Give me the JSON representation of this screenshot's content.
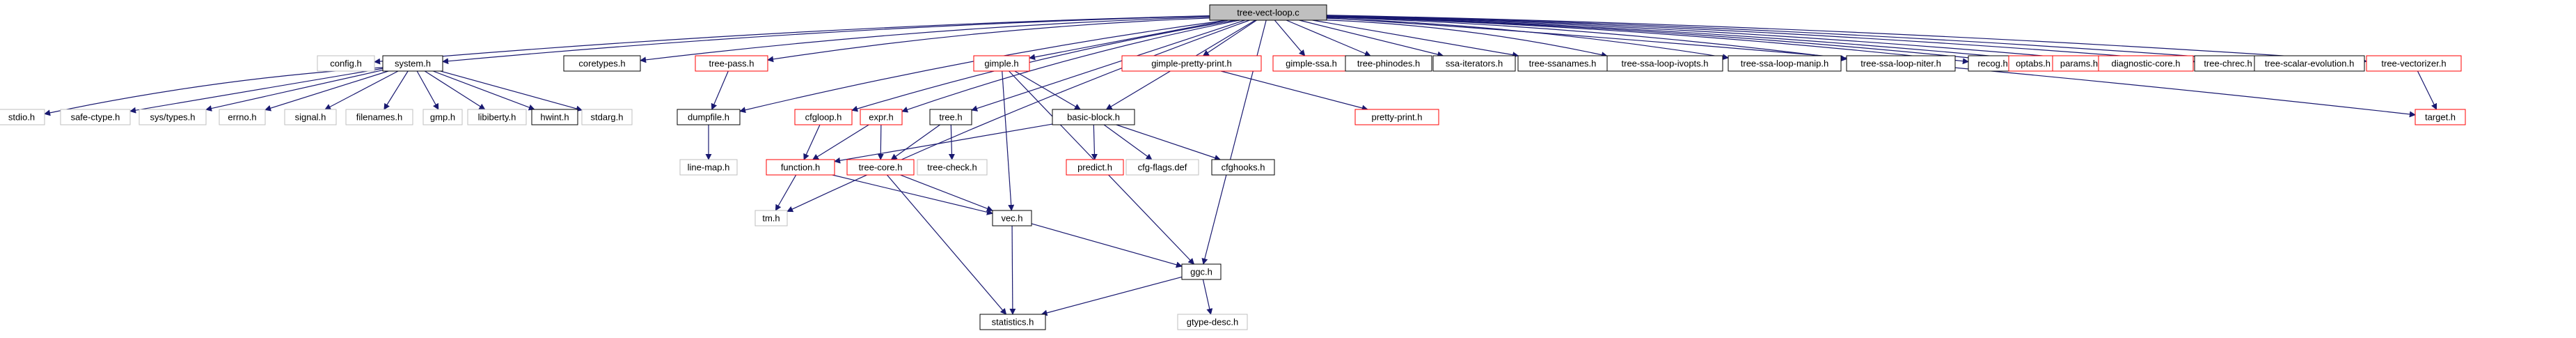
{
  "colors": {
    "edge": "#191970",
    "root_fill": "#bfbfbf",
    "box_documented": "#000000",
    "box_incomplete": "#ff0000",
    "box_external": "#bfbfbf",
    "text": "#000000"
  },
  "nodes": [
    {
      "id": "root",
      "label": "tree-vect-loop.c",
      "kind": "root"
    },
    {
      "id": "config",
      "label": "config.h",
      "kind": "external"
    },
    {
      "id": "system",
      "label": "system.h",
      "kind": "documented"
    },
    {
      "id": "coretypes",
      "label": "coretypes.h",
      "kind": "documented"
    },
    {
      "id": "treepass",
      "label": "tree-pass.h",
      "kind": "incomplete"
    },
    {
      "id": "gimple",
      "label": "gimple.h",
      "kind": "incomplete"
    },
    {
      "id": "gimplepp",
      "label": "gimple-pretty-print.h",
      "kind": "incomplete"
    },
    {
      "id": "gimplessa",
      "label": "gimple-ssa.h",
      "kind": "incomplete"
    },
    {
      "id": "treephinodes",
      "label": "tree-phinodes.h",
      "kind": "documented"
    },
    {
      "id": "ssaiter",
      "label": "ssa-iterators.h",
      "kind": "documented"
    },
    {
      "id": "treessanames",
      "label": "tree-ssanames.h",
      "kind": "documented"
    },
    {
      "id": "ivopts",
      "label": "tree-ssa-loop-ivopts.h",
      "kind": "documented"
    },
    {
      "id": "manip",
      "label": "tree-ssa-loop-manip.h",
      "kind": "documented"
    },
    {
      "id": "niter",
      "label": "tree-ssa-loop-niter.h",
      "kind": "documented"
    },
    {
      "id": "recog",
      "label": "recog.h",
      "kind": "documented"
    },
    {
      "id": "optabs",
      "label": "optabs.h",
      "kind": "incomplete"
    },
    {
      "id": "params",
      "label": "params.h",
      "kind": "incomplete"
    },
    {
      "id": "diagcore",
      "label": "diagnostic-core.h",
      "kind": "incomplete"
    },
    {
      "id": "treechrec",
      "label": "tree-chrec.h",
      "kind": "documented"
    },
    {
      "id": "scev",
      "label": "tree-scalar-evolution.h",
      "kind": "documented"
    },
    {
      "id": "vectorizer",
      "label": "tree-vectorizer.h",
      "kind": "incomplete"
    },
    {
      "id": "stdio",
      "label": "stdio.h",
      "kind": "external"
    },
    {
      "id": "safectype",
      "label": "safe-ctype.h",
      "kind": "external"
    },
    {
      "id": "systypes",
      "label": "sys/types.h",
      "kind": "external"
    },
    {
      "id": "errno",
      "label": "errno.h",
      "kind": "external"
    },
    {
      "id": "signal",
      "label": "signal.h",
      "kind": "external"
    },
    {
      "id": "filenames",
      "label": "filenames.h",
      "kind": "external"
    },
    {
      "id": "gmp",
      "label": "gmp.h",
      "kind": "external"
    },
    {
      "id": "libiberty",
      "label": "libiberty.h",
      "kind": "external"
    },
    {
      "id": "hwint",
      "label": "hwint.h",
      "kind": "documented"
    },
    {
      "id": "stdarg",
      "label": "stdarg.h",
      "kind": "external"
    },
    {
      "id": "dumpfile",
      "label": "dumpfile.h",
      "kind": "documented"
    },
    {
      "id": "cfgloop",
      "label": "cfgloop.h",
      "kind": "incomplete"
    },
    {
      "id": "expr",
      "label": "expr.h",
      "kind": "incomplete"
    },
    {
      "id": "tree",
      "label": "tree.h",
      "kind": "documented"
    },
    {
      "id": "basicblock",
      "label": "basic-block.h",
      "kind": "documented"
    },
    {
      "id": "prettyprint",
      "label": "pretty-print.h",
      "kind": "incomplete"
    },
    {
      "id": "target",
      "label": "target.h",
      "kind": "incomplete"
    },
    {
      "id": "linemap",
      "label": "line-map.h",
      "kind": "external"
    },
    {
      "id": "function",
      "label": "function.h",
      "kind": "incomplete"
    },
    {
      "id": "treecore",
      "label": "tree-core.h",
      "kind": "incomplete"
    },
    {
      "id": "treecheck",
      "label": "tree-check.h",
      "kind": "external"
    },
    {
      "id": "predict",
      "label": "predict.h",
      "kind": "incomplete"
    },
    {
      "id": "cfgflags",
      "label": "cfg-flags.def",
      "kind": "external"
    },
    {
      "id": "cfghooks",
      "label": "cfghooks.h",
      "kind": "documented"
    },
    {
      "id": "tm",
      "label": "tm.h",
      "kind": "external"
    },
    {
      "id": "vec",
      "label": "vec.h",
      "kind": "documented"
    },
    {
      "id": "ggc",
      "label": "ggc.h",
      "kind": "documented"
    },
    {
      "id": "statistics",
      "label": "statistics.h",
      "kind": "documented"
    },
    {
      "id": "gtypedesc",
      "label": "gtype-desc.h",
      "kind": "external"
    }
  ],
  "edges": [
    [
      "root",
      "config"
    ],
    [
      "root",
      "system"
    ],
    [
      "root",
      "coretypes"
    ],
    [
      "root",
      "treepass"
    ],
    [
      "root",
      "gimple"
    ],
    [
      "root",
      "gimplepp"
    ],
    [
      "root",
      "gimplessa"
    ],
    [
      "root",
      "treephinodes"
    ],
    [
      "root",
      "ssaiter"
    ],
    [
      "root",
      "treessanames"
    ],
    [
      "root",
      "ivopts"
    ],
    [
      "root",
      "manip"
    ],
    [
      "root",
      "niter"
    ],
    [
      "root",
      "recog"
    ],
    [
      "root",
      "optabs"
    ],
    [
      "root",
      "params"
    ],
    [
      "root",
      "diagcore"
    ],
    [
      "root",
      "treechrec"
    ],
    [
      "root",
      "scev"
    ],
    [
      "root",
      "vectorizer"
    ],
    [
      "root",
      "dumpfile"
    ],
    [
      "root",
      "cfgloop"
    ],
    [
      "root",
      "expr"
    ],
    [
      "root",
      "tree"
    ],
    [
      "root",
      "basicblock"
    ],
    [
      "root",
      "target"
    ],
    [
      "root",
      "tm"
    ],
    [
      "root",
      "ggc"
    ],
    [
      "system",
      "stdio"
    ],
    [
      "system",
      "safectype"
    ],
    [
      "system",
      "systypes"
    ],
    [
      "system",
      "errno"
    ],
    [
      "system",
      "signal"
    ],
    [
      "system",
      "filenames"
    ],
    [
      "system",
      "gmp"
    ],
    [
      "system",
      "libiberty"
    ],
    [
      "system",
      "hwint"
    ],
    [
      "system",
      "stdarg"
    ],
    [
      "treepass",
      "dumpfile"
    ],
    [
      "dumpfile",
      "linemap"
    ],
    [
      "gimple",
      "basicblock"
    ],
    [
      "gimple",
      "vec"
    ],
    [
      "gimple",
      "ggc"
    ],
    [
      "gimplepp",
      "prettyprint"
    ],
    [
      "vectorizer",
      "target"
    ],
    [
      "cfgloop",
      "function"
    ],
    [
      "expr",
      "function"
    ],
    [
      "expr",
      "treecore"
    ],
    [
      "tree",
      "treecore"
    ],
    [
      "tree",
      "treecheck"
    ],
    [
      "basicblock",
      "function"
    ],
    [
      "basicblock",
      "predict"
    ],
    [
      "basicblock",
      "cfgflags"
    ],
    [
      "basicblock",
      "cfghooks"
    ],
    [
      "function",
      "tm"
    ],
    [
      "function",
      "vec"
    ],
    [
      "treecore",
      "vec"
    ],
    [
      "treecore",
      "statistics"
    ],
    [
      "vec",
      "statistics"
    ],
    [
      "vec",
      "ggc"
    ],
    [
      "ggc",
      "statistics"
    ],
    [
      "ggc",
      "gtypedesc"
    ]
  ]
}
